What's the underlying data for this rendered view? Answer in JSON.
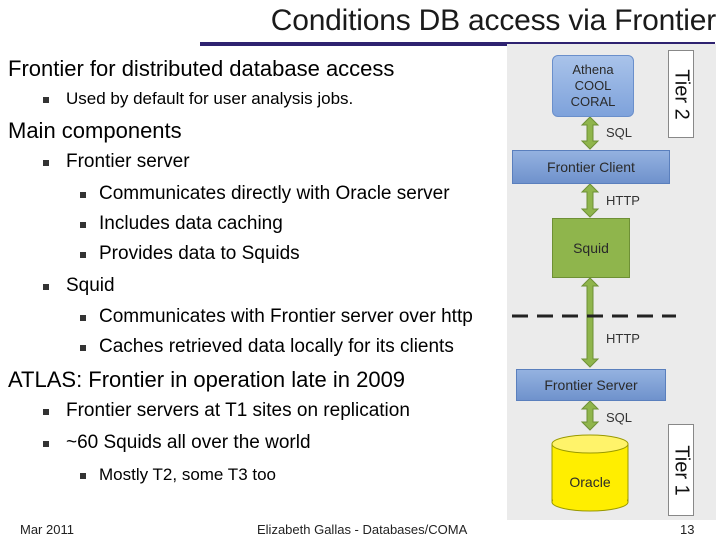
{
  "title": "Conditions DB access via Frontier",
  "content": {
    "b1": "Frontier for distributed database access",
    "b1_1": "Used by default for user analysis jobs.",
    "b2": "Main components",
    "b2_1": "Frontier server",
    "b2_1_1": "Communicates directly with Oracle server",
    "b2_1_2": "Includes data caching",
    "b2_1_3": "Provides data to Squids",
    "b2_2": "Squid",
    "b2_2_1": "Communicates with Frontier server over http",
    "b2_2_2": "Caches retrieved data locally for its clients",
    "b3": "ATLAS: Frontier in operation late in 2009",
    "b3_1": "Frontier servers at T1 sites on replication",
    "b3_2": "~60 Squids all over the world",
    "b3_2_1": "Mostly T2, some T3 too"
  },
  "diagram": {
    "athena": "Athena\nCOOL\nCORAL",
    "sql_top": "SQL",
    "frontier_client": "Frontier Client",
    "http_top": "HTTP",
    "squid": "Squid",
    "http_bottom": "HTTP",
    "frontier_server": "Frontier Server",
    "sql_bottom": "SQL",
    "oracle": "Oracle",
    "tier2": "Tier 2",
    "tier1": "Tier 1",
    "colors": {
      "blue_box": "#7ea2db",
      "squid_green": "#8fb54c",
      "arrow_green": "#8fb54c",
      "oracle_yellow": "#ffee00",
      "title_rule": "#2e2270"
    }
  },
  "footer": {
    "date": "Mar 2011",
    "center": "Elizabeth Gallas - Databases/COMA",
    "page": "13"
  }
}
